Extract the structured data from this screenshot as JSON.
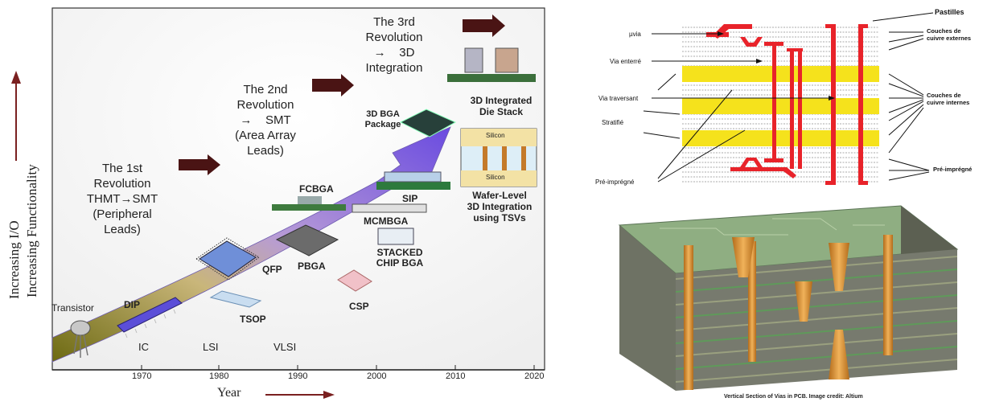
{
  "left_figure": {
    "y_axis_labels": [
      "Increasing I/O",
      "Increasing Functionality"
    ],
    "x_axis_label": "Year",
    "years": [
      "1970",
      "1980",
      "1990",
      "2000",
      "2010",
      "2020"
    ],
    "eras": [
      "IC",
      "LSI",
      "VLSI"
    ],
    "revolutions": [
      [
        "The 1st",
        "Revolution",
        "THMT→SMT",
        "(Peripheral",
        "Leads)"
      ],
      [
        "The 2nd",
        "Revolution",
        "→    SMT",
        "(Area Array",
        "Leads)"
      ],
      [
        "The 3rd",
        "Revolution",
        "→    3D",
        "Integration"
      ]
    ],
    "packages": {
      "transistor": "Transistor",
      "dip": "DIP",
      "tsop": "TSOP",
      "qfp": "QFP",
      "pbga": "PBGA",
      "fcbga": "FCBGA",
      "csp": "CSP",
      "mcmbga": "MCMBGA",
      "stacked": [
        "STACKED",
        "CHIP BGA"
      ],
      "sip": "SIP",
      "bga3d": [
        "3D BGA",
        "Package"
      ],
      "die_stack": [
        "3D Integrated",
        "Die Stack"
      ],
      "wafer": [
        "Wafer-Level",
        "3D Integration",
        "using TSVs"
      ],
      "silicon": "Silicon"
    }
  },
  "right_top": {
    "labels": {
      "pastilles": "Pastilles",
      "cuivre_ext": [
        "Couches de",
        "cuivre externes"
      ],
      "uvia": "µvia",
      "via_enterre": "Via enterré",
      "via_traversant": "Via traversant",
      "stratifie": "Stratifié",
      "cuivre_int": [
        "Couches de",
        "cuivre internes"
      ],
      "pre_impregne_left": "Pré-imprégné",
      "pre_impregne_right": "Pré-imprégné"
    }
  },
  "right_bottom": {
    "caption": "Vertical Section of Vias in PCB. Image credit: Altium"
  },
  "colors": {
    "arrow_dark": "#4a1414",
    "copper_red": "#e8232a",
    "yellow_layer": "#f5e21c",
    "copper_orange": "#d9932f",
    "board_green": "#7f9a6e",
    "core_grey": "#777a6e"
  }
}
